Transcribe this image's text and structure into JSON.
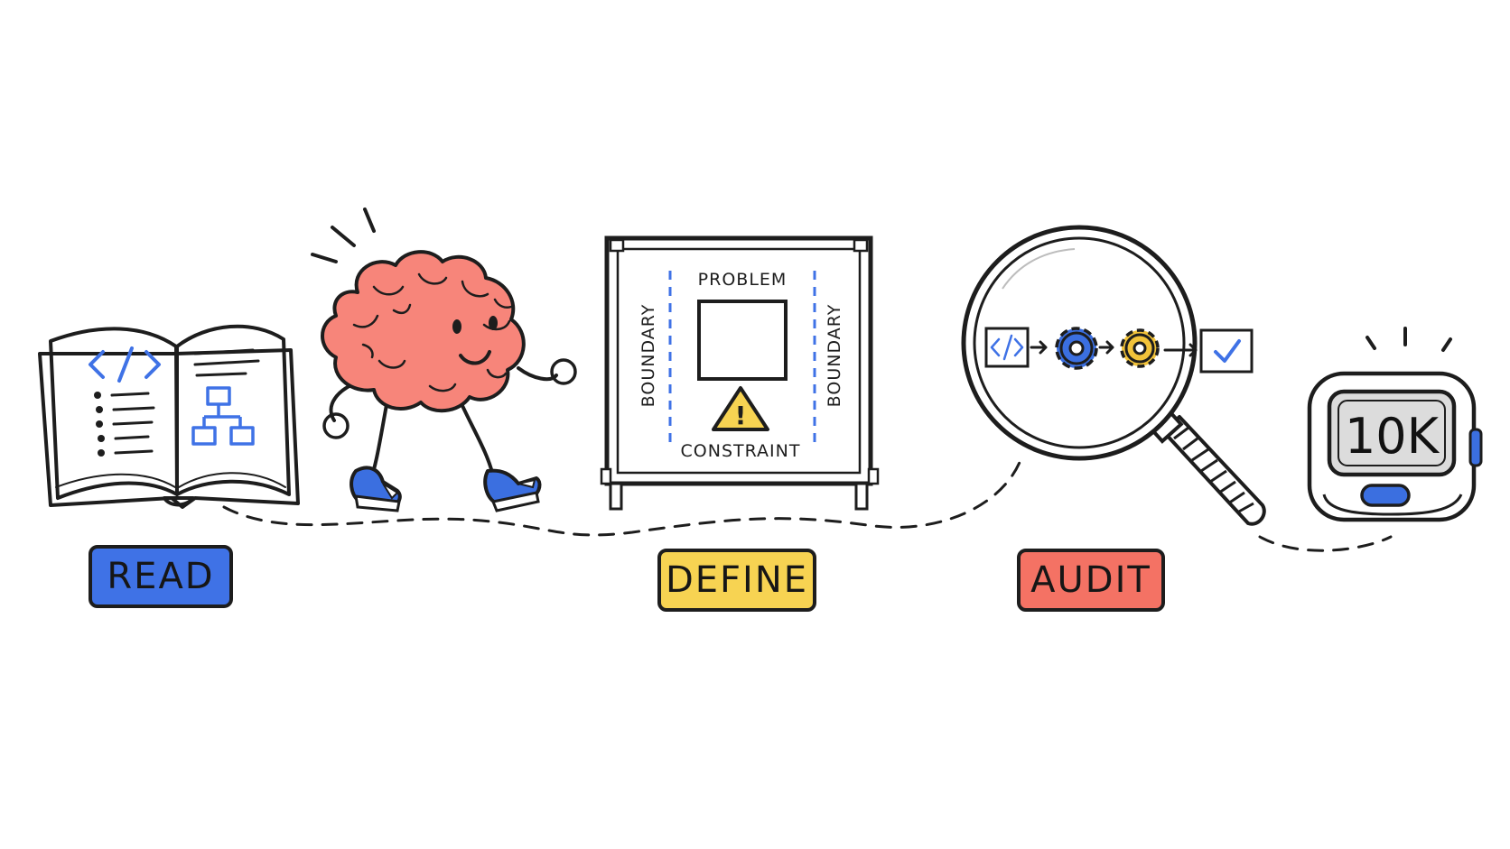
{
  "colors": {
    "ink": "#1d1d1d",
    "blue": "#3f72e6",
    "yellow": "#f7d352",
    "red": "#f47264",
    "brain": "#f7857a",
    "sneaker": "#3b6fe0",
    "gear_yellow": "#f2c33a",
    "screen_gray": "#dcdcdc"
  },
  "steps": [
    {
      "id": "read",
      "label": "READ",
      "icon": "book-icon",
      "color": "#3f72e6"
    },
    {
      "id": "define",
      "label": "DEFINE",
      "icon": "whiteboard-icon",
      "color": "#f7d352"
    },
    {
      "id": "audit",
      "label": "AUDIT",
      "icon": "magnifying-glass-icon",
      "color": "#f47264"
    }
  ],
  "walker": {
    "icon": "walking-brain-icon"
  },
  "book": {
    "code_glyph": "</>",
    "icons": [
      "code-icon",
      "bullet-list-icon",
      "flowchart-icon"
    ]
  },
  "whiteboard": {
    "top": "PROBLEM",
    "left": "BOUNDARY",
    "right": "BOUNDARY",
    "bottom": "CONSTRAINT",
    "warning_glyph": "!",
    "icons": [
      "warning-icon"
    ]
  },
  "audit_pipeline": {
    "code_glyph": "</>",
    "icons": [
      "code-icon",
      "gear-icon",
      "gear-icon",
      "checkmark-icon"
    ]
  },
  "counter": {
    "display": "10K",
    "icon": "step-counter-icon"
  }
}
